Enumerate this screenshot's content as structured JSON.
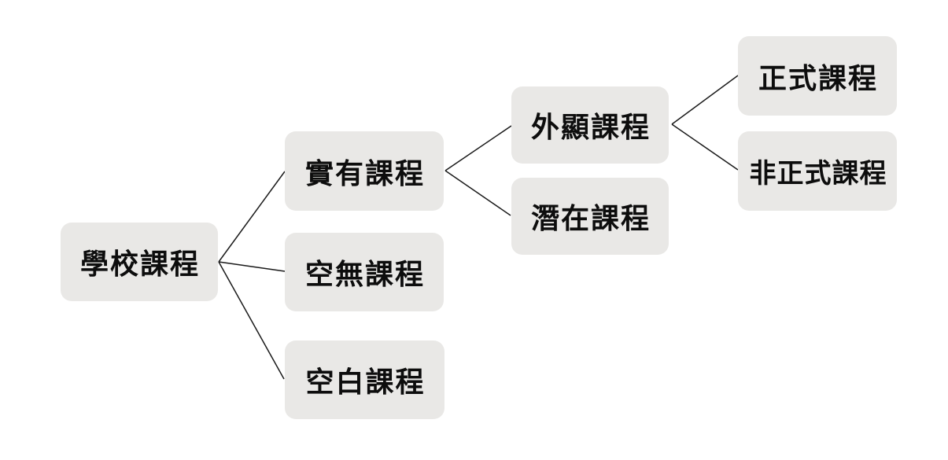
{
  "diagram": {
    "type": "tree-concept-map",
    "background_color": "#ffffff",
    "node_fill_color": "#e9e8e6",
    "node_text_color": "#0d0d0d",
    "connector_color": "#1a1a1a",
    "nodes": [
      {
        "id": "school",
        "label": "學校課程",
        "level": 1
      },
      {
        "id": "actual",
        "label": "實有課程",
        "level": 2
      },
      {
        "id": "null",
        "label": "空無課程",
        "level": 2
      },
      {
        "id": "blank",
        "label": "空白課程",
        "level": 2
      },
      {
        "id": "explicit",
        "label": "外顯課程",
        "level": 3
      },
      {
        "id": "hidden",
        "label": "潛在課程",
        "level": 3
      },
      {
        "id": "formal",
        "label": "正式課程",
        "level": 4
      },
      {
        "id": "informal",
        "label": "非正式課程",
        "level": 4
      }
    ],
    "edges": [
      {
        "from": "學校課程",
        "to": "實有課程"
      },
      {
        "from": "學校課程",
        "to": "空無課程"
      },
      {
        "from": "學校課程",
        "to": "空白課程"
      },
      {
        "from": "實有課程",
        "to": "外顯課程"
      },
      {
        "from": "實有課程",
        "to": "潛在課程"
      },
      {
        "from": "外顯課程",
        "to": "正式課程"
      },
      {
        "from": "外顯課程",
        "to": "非正式課程"
      }
    ]
  }
}
